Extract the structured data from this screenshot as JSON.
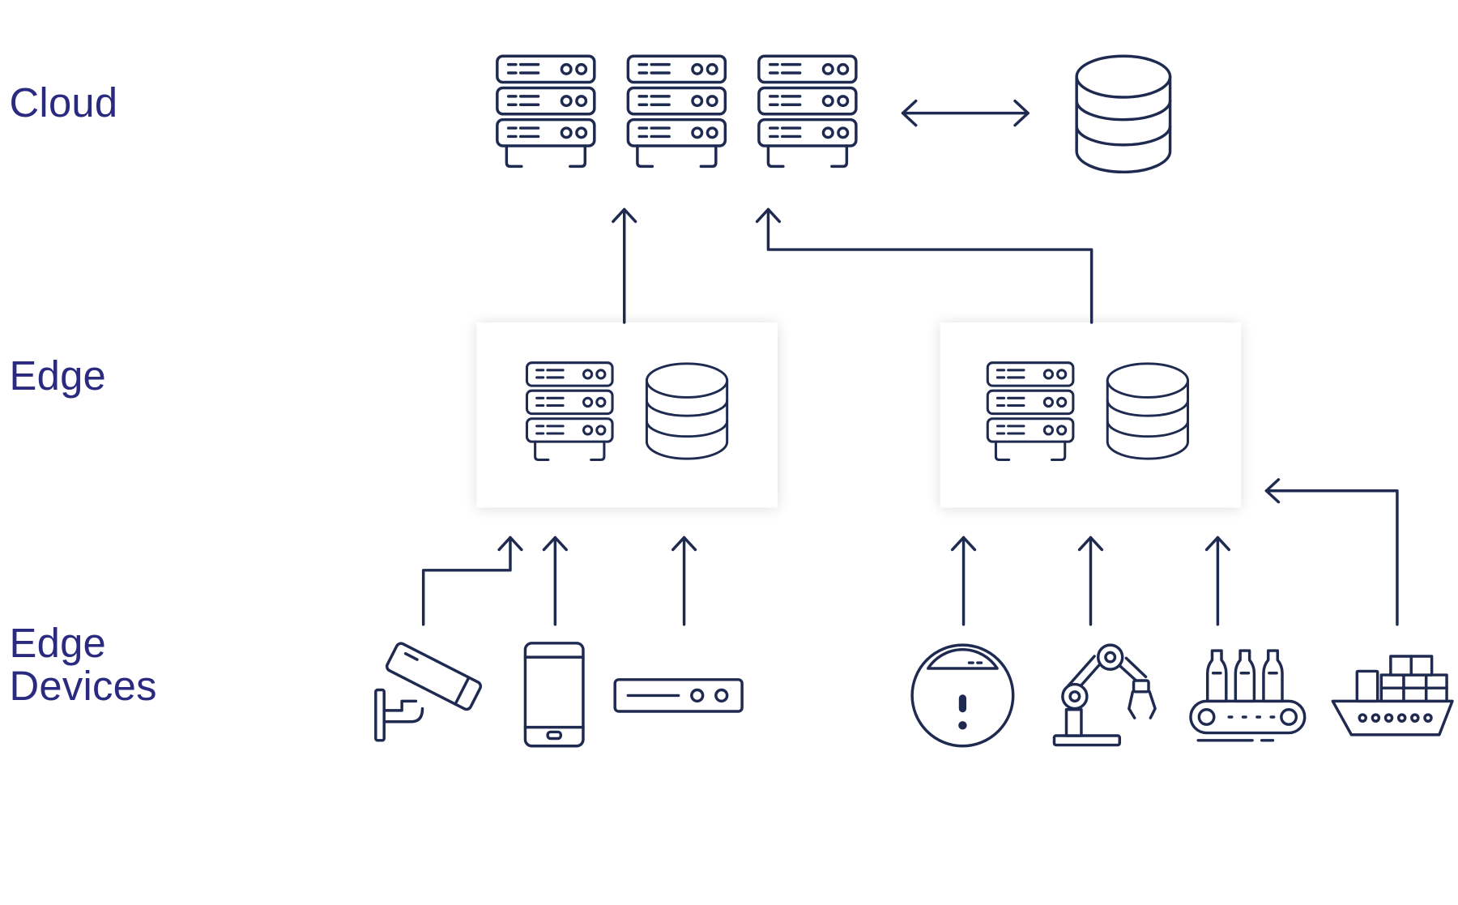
{
  "labels": {
    "cloud": "Cloud",
    "edge": "Edge",
    "edge_devices_line1": "Edge",
    "edge_devices_line2": "Devices"
  },
  "colors": {
    "label_text": "#2a2a80",
    "icon_stroke": "#1f2a50",
    "edge_box_background": "#ffffff"
  },
  "cloud_tier": {
    "servers": [
      "server-rack-icon",
      "server-rack-icon",
      "server-rack-icon"
    ],
    "sync_arrow": "bidirectional-arrow-icon",
    "storage": "database-icon"
  },
  "edge_tier": {
    "nodes": [
      {
        "icons": [
          "server-rack-icon",
          "database-icon"
        ]
      },
      {
        "icons": [
          "server-rack-icon",
          "database-icon"
        ]
      }
    ]
  },
  "device_tier": {
    "group_1": [
      "security-camera-icon",
      "smartphone-icon",
      "network-device-icon"
    ],
    "group_2": [
      "robot-vacuum-icon",
      "robotic-arm-icon",
      "conveyor-belt-icon",
      "cargo-ship-icon"
    ]
  }
}
